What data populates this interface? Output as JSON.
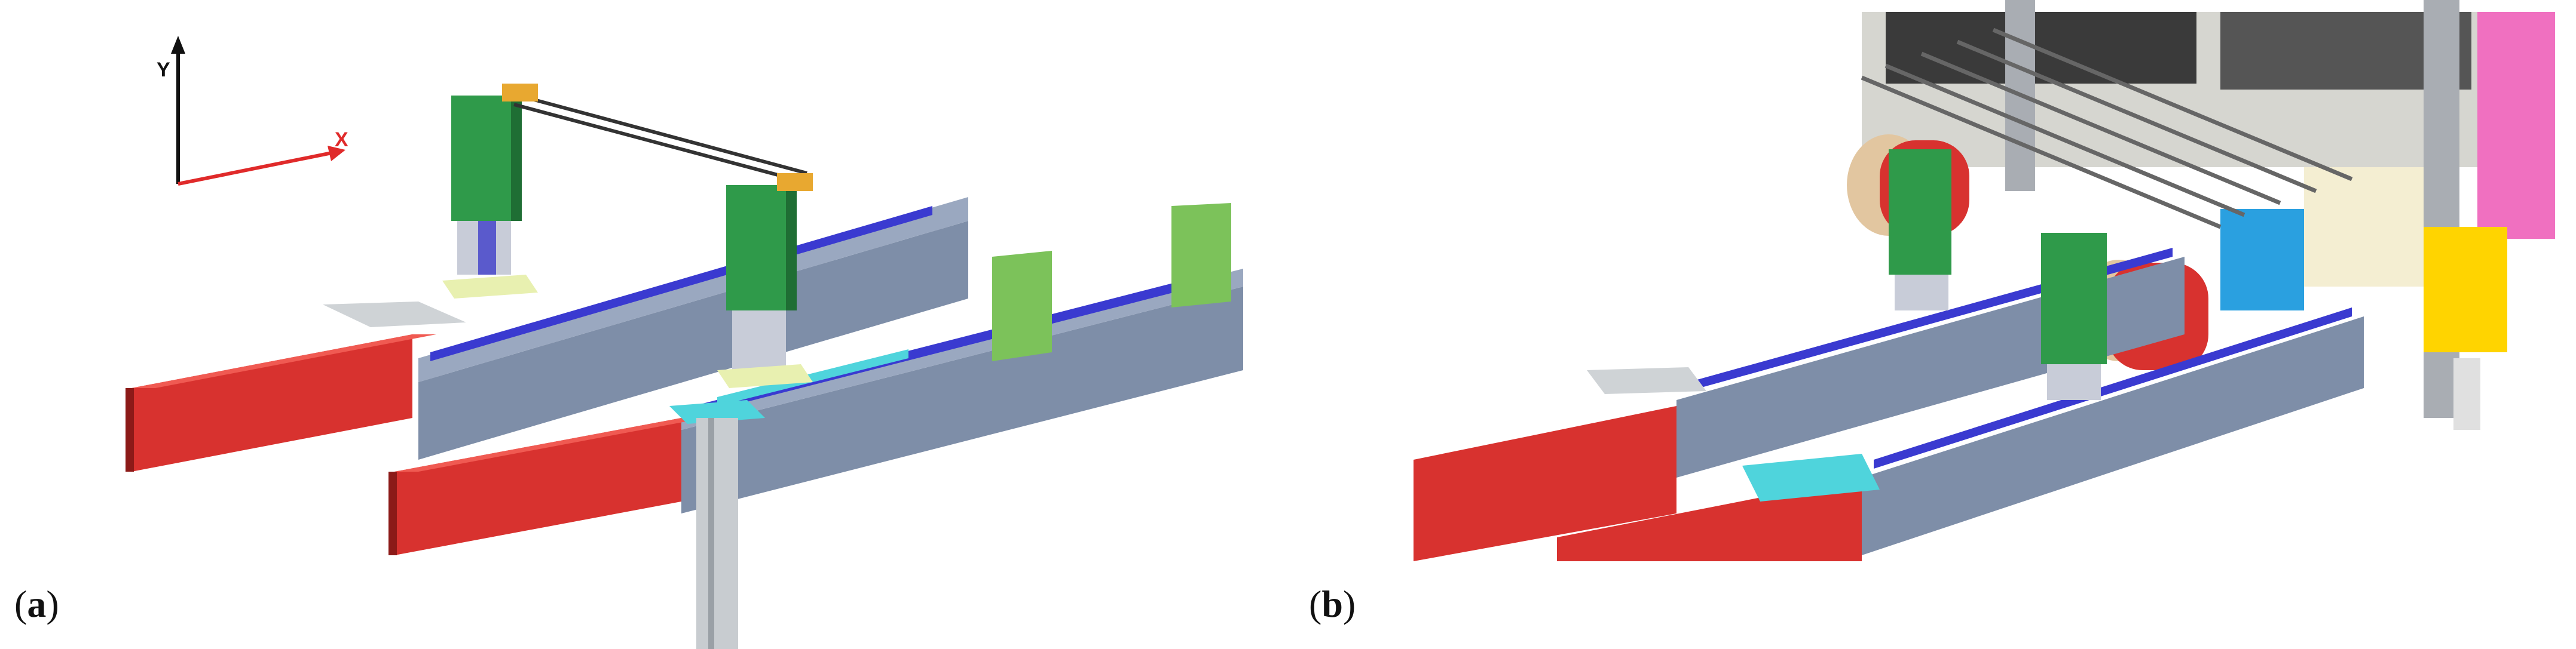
{
  "figure": {
    "panel_a": {
      "label_open": "(",
      "label_letter": "a",
      "label_close": ")",
      "axis_y": "Y",
      "axis_x": "X"
    },
    "panel_b": {
      "label_open": "(",
      "label_letter": "b",
      "label_close": ")"
    }
  },
  "colors": {
    "red_profile": "#d8322f",
    "grey_beam": "#7e8ea8",
    "blue_rail": "#3a3ad0",
    "green_block": "#2f9a4a",
    "cyan_plate": "#4fd4dc",
    "silver_plate": "#cfd3d6",
    "axis_red": "#e02a2a"
  }
}
